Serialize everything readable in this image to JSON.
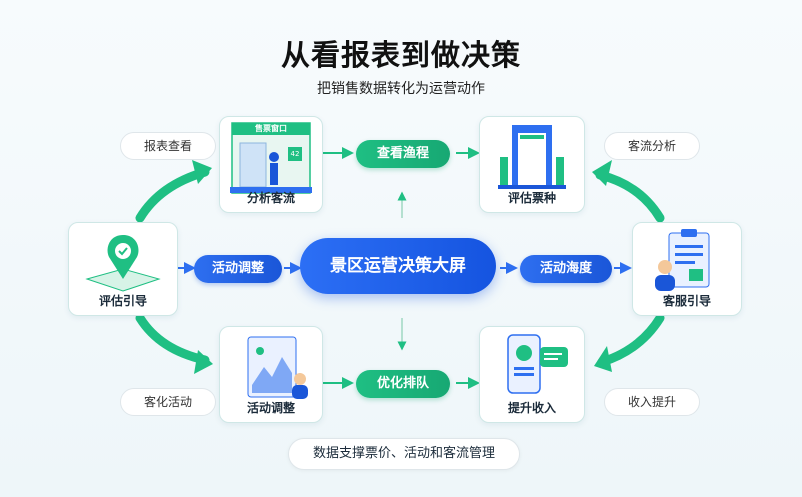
{
  "header": {
    "title": "从看报表到做决策",
    "subtitle": "把销售数据转化为运营动作"
  },
  "center": {
    "label": "景区运营决策大屏"
  },
  "cards": {
    "top_left": {
      "label": "分析客流",
      "sign": "售票窗口",
      "badge": "42"
    },
    "top_right": {
      "label": "评估票种"
    },
    "left": {
      "label": "评估引导"
    },
    "right": {
      "label": "客服引导"
    },
    "bottom_left": {
      "label": "活动调整"
    },
    "bottom_right": {
      "label": "提升收入"
    }
  },
  "side_tags": {
    "top_left": "报表查看",
    "top_right": "客流分析",
    "bottom_left": "客化活动",
    "bottom_right": "收入提升"
  },
  "actions": {
    "top": "查看渔程",
    "bottom": "优化排队",
    "left": "活动调整",
    "right": "活动海度"
  },
  "footer": {
    "label": "数据支撑票价、活动和客流管理"
  },
  "colors": {
    "green": "#1fbf83",
    "blue": "#1a56d8",
    "teal_border": "#cfe7e6"
  }
}
